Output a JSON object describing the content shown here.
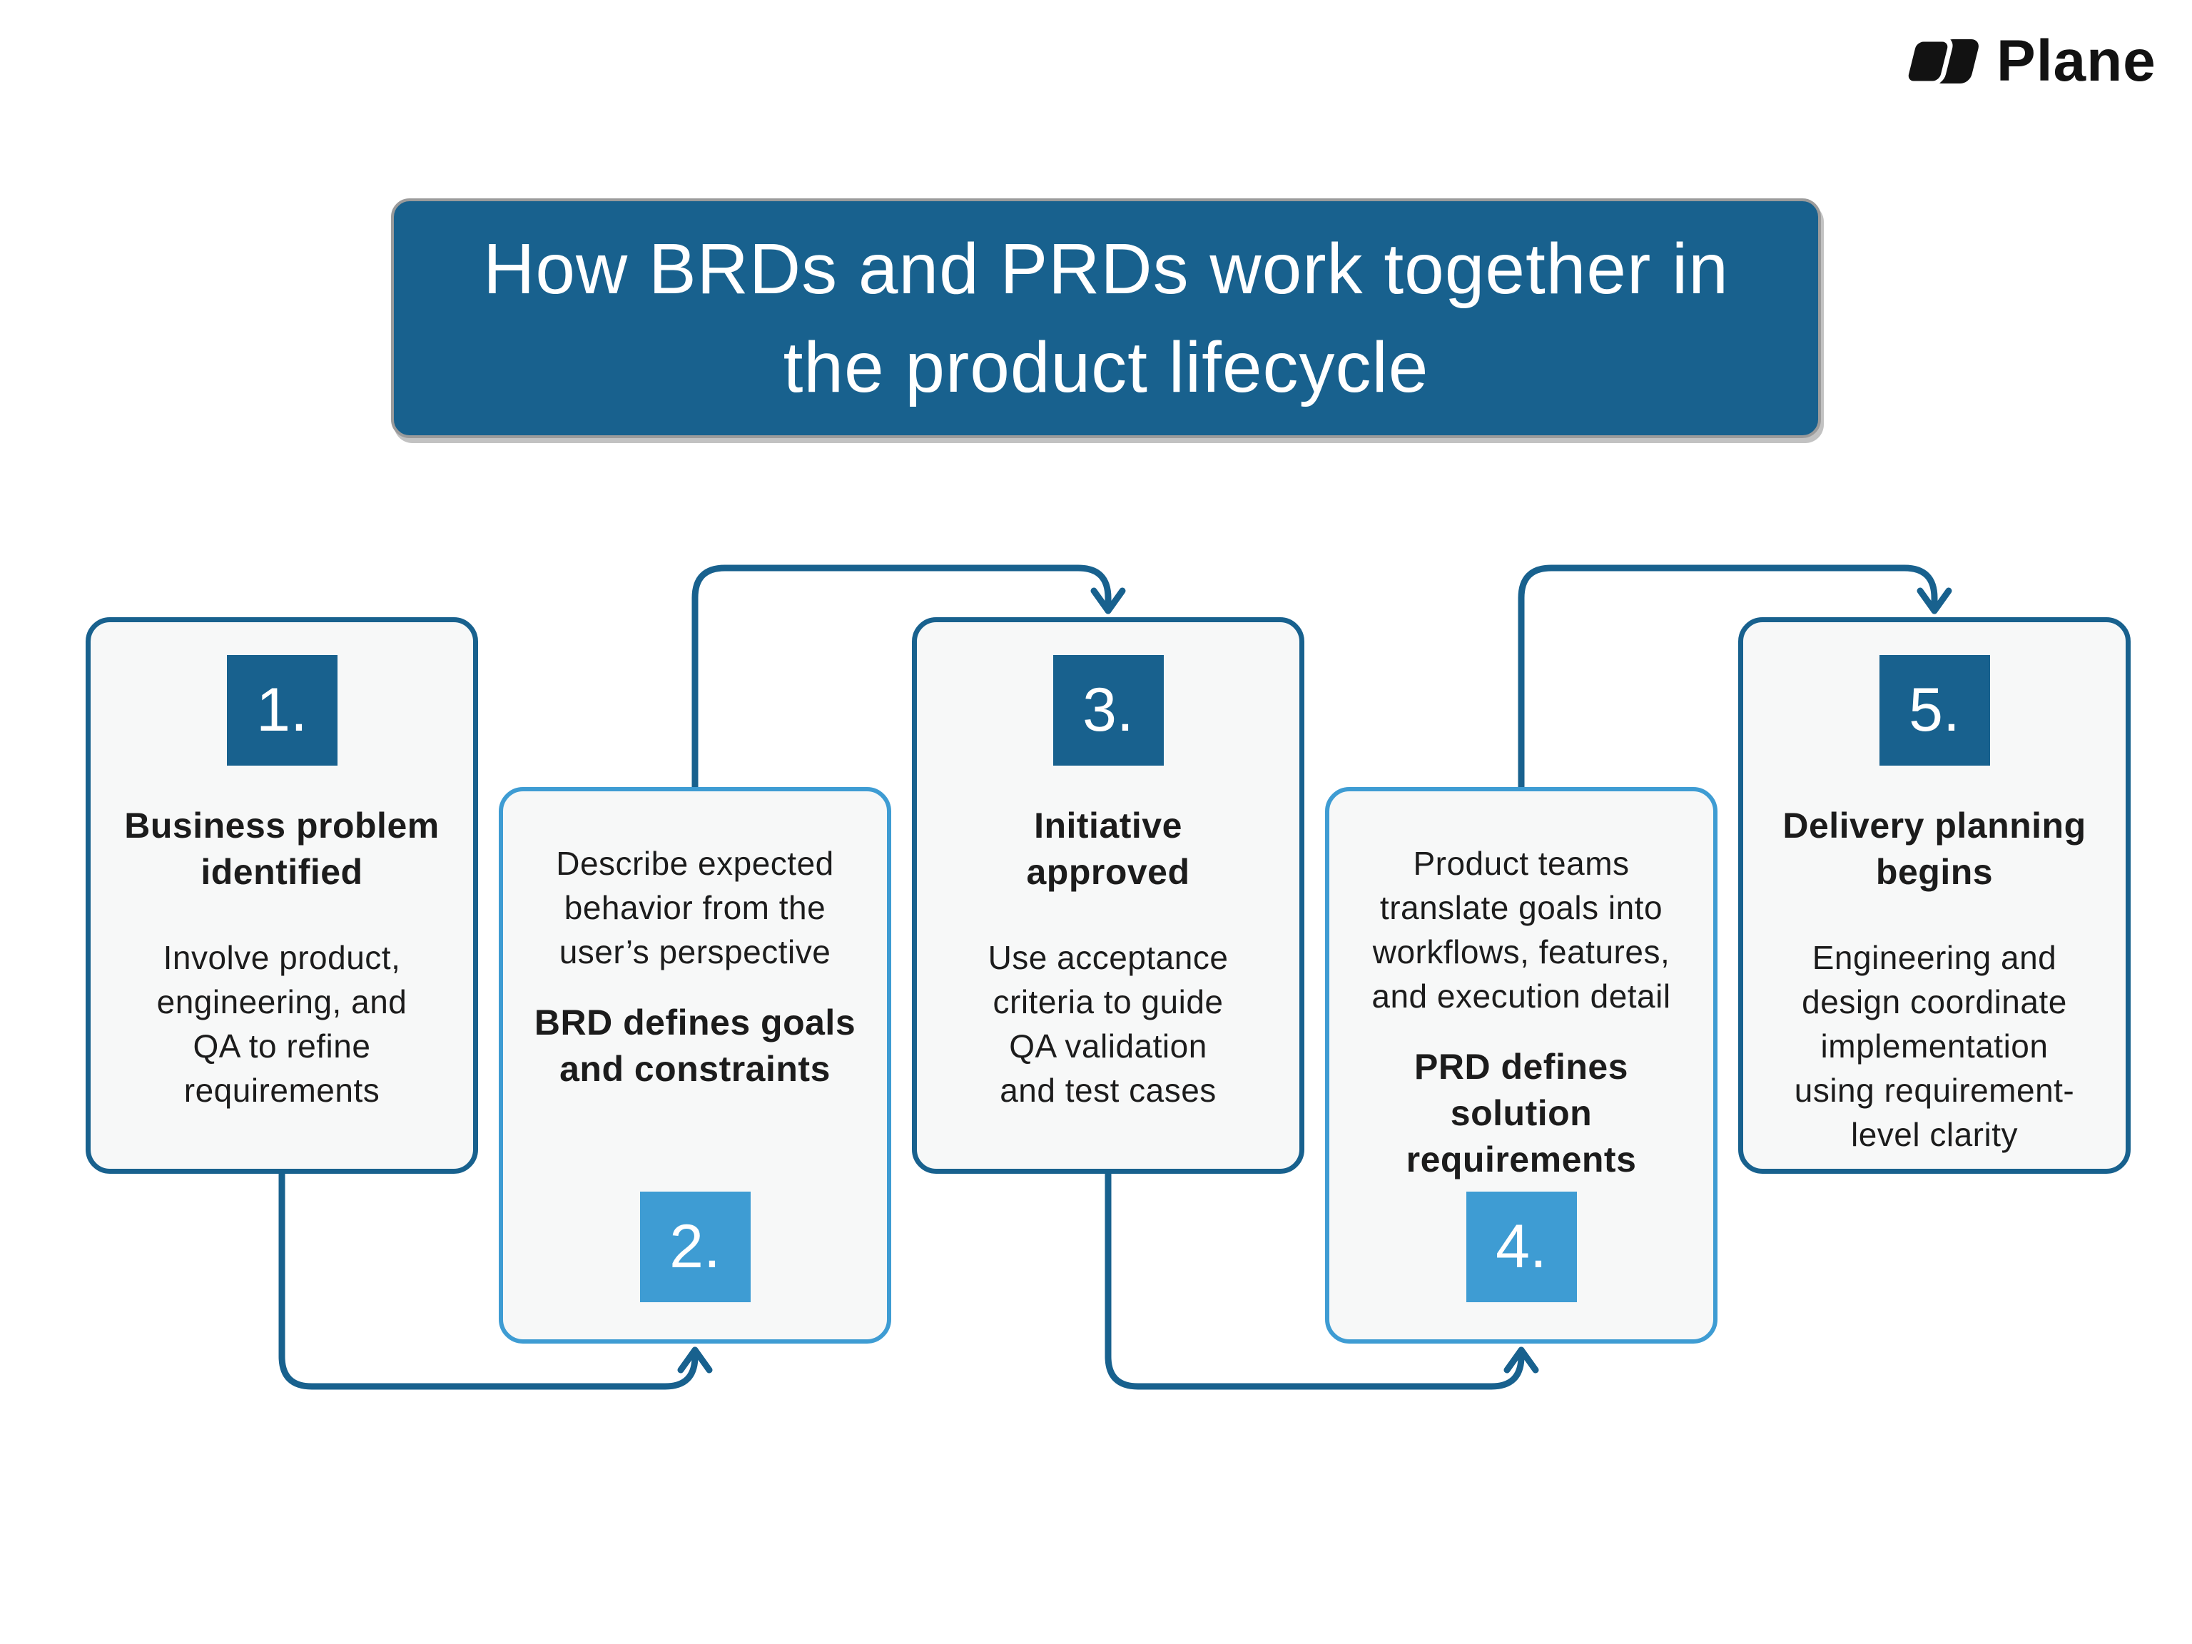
{
  "title": {
    "text": "How BRDs and PRDs work together in\nthe product lifecycle"
  },
  "logo": {
    "text": "Plane"
  },
  "colors": {
    "accent_dark": "#18618E",
    "accent_light": "#3E9CD3",
    "card_background": "#F7F8F8",
    "banner_border_gray": "#9B9B9B",
    "text": "#1C1C1C",
    "logo_black": "#121212",
    "title_text": "#FFFFFF"
  },
  "cards": [
    {
      "number": "1.",
      "variant": "dark",
      "number_position": "top",
      "heading": "Business problem\nidentified",
      "body": "Involve product,\nengineering, and\nQA to refine\nrequirements"
    },
    {
      "number": "2.",
      "variant": "light",
      "number_position": "bottom",
      "body": "Describe expected\nbehavior from the\nuser’s perspective",
      "emphasis": "BRD defines goals\nand constraints"
    },
    {
      "number": "3.",
      "variant": "dark",
      "number_position": "top",
      "heading": "Initiative\napproved",
      "body": "Use acceptance\ncriteria to guide\nQA validation\nand test cases"
    },
    {
      "number": "4.",
      "variant": "light",
      "number_position": "bottom",
      "body": "Product teams\ntranslate goals into\nworkflows, features,\nand execution detail",
      "emphasis": "PRD defines\nsolution\nrequirements"
    },
    {
      "number": "5.",
      "variant": "dark",
      "number_position": "top",
      "heading": "Delivery planning\nbegins",
      "body": "Engineering and\ndesign coordinate\nimplementation\nusing requirement-\nlevel clarity"
    }
  ],
  "connectors": [
    {
      "from": "card-1",
      "to": "card-2"
    },
    {
      "from": "card-2",
      "to": "card-3"
    },
    {
      "from": "card-3",
      "to": "card-4"
    },
    {
      "from": "card-4",
      "to": "card-5"
    }
  ]
}
